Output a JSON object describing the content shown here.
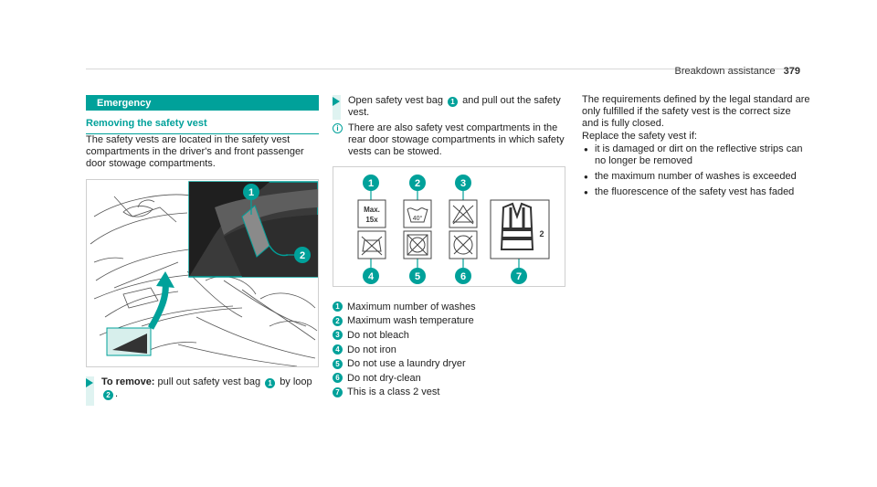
{
  "header": {
    "section": "Breakdown assistance",
    "page_number": "379"
  },
  "band": {
    "title": "Emergency"
  },
  "subheading": "Removing the safety vest",
  "intro": "The safety vests are located in the safety vest compartments in the driver's and front passenger door stowage compartments.",
  "figure_left": {
    "callouts": [
      "1",
      "2"
    ]
  },
  "step_remove": {
    "bold": "To remove:",
    "text_a": "pull out safety vest bag",
    "ref_a": "1",
    "text_b": "by loop",
    "ref_b": "2",
    "text_c": "."
  },
  "step_open": {
    "text_a": "Open safety vest bag",
    "ref_a": "1",
    "text_b": "and pull out the safety vest."
  },
  "info": {
    "icon": "i",
    "text": "There are also safety vest compartments in the rear door stowage compartments in which safety vests can be stowed."
  },
  "symbols": {
    "callouts": [
      "1",
      "2",
      "3",
      "4",
      "5",
      "6",
      "7"
    ],
    "max_line1": "Max.",
    "max_line2": "15x",
    "temperature": "40°",
    "class_number": "2"
  },
  "legend": [
    {
      "n": "1",
      "text": "Maximum number of washes"
    },
    {
      "n": "2",
      "text": "Maximum wash temperature"
    },
    {
      "n": "3",
      "text": "Do not bleach"
    },
    {
      "n": "4",
      "text": "Do not iron"
    },
    {
      "n": "5",
      "text": "Do not use a laundry dryer"
    },
    {
      "n": "6",
      "text": "Do not dry-clean"
    },
    {
      "n": "7",
      "text": "This is a class 2 vest"
    }
  ],
  "requirements": "The requirements defined by the legal standard are only fulfilled if the safety vest is the correct size and is fully closed.",
  "replace_intro": "Replace the safety vest if:",
  "replace_bullets": [
    "it is damaged or dirt on the reflective strips can no longer be removed",
    "the maximum number of washes is exceeded",
    "the fluorescence of the safety vest has faded"
  ],
  "colors": {
    "accent": "#00a19a",
    "accent_light": "#dff3f1"
  }
}
